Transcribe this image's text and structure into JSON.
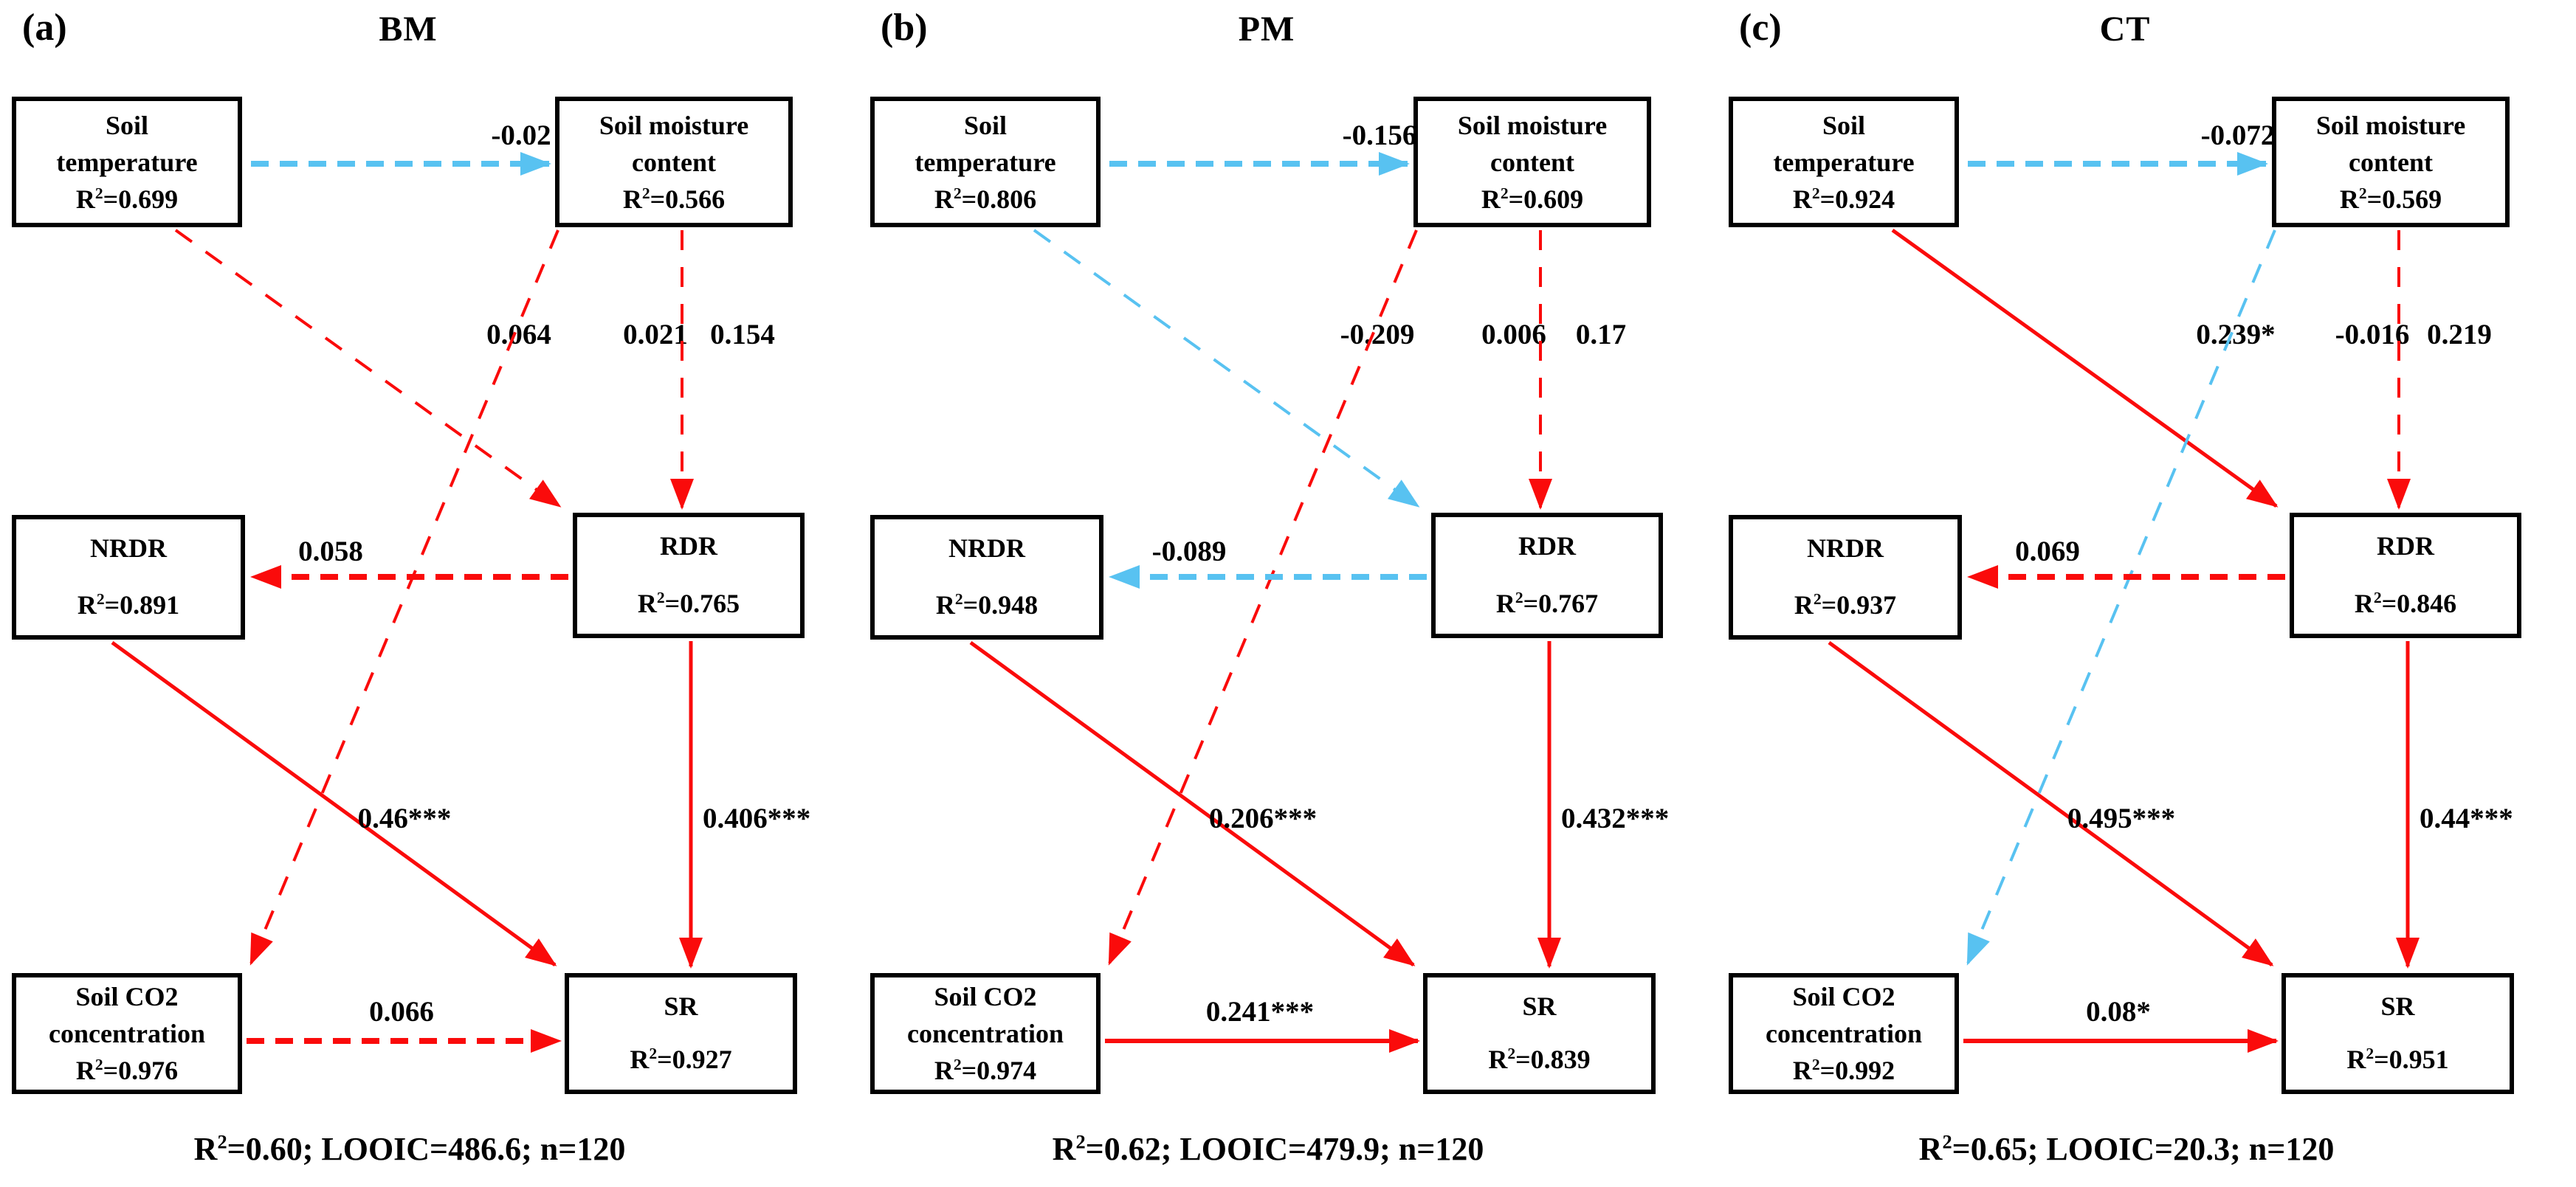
{
  "figure_type": "structural-equation-model-path-diagrams",
  "colors": {
    "red": "#fa0b0b",
    "blue": "#58c2f1",
    "box_border": "#000000",
    "text": "#000000",
    "background": "#ffffff"
  },
  "r2_label": {
    "base": "R",
    "sup": "2"
  },
  "legend_semantics": {
    "solid_line": "significant path",
    "dashed_line": "non-significant path",
    "red": "positive effect",
    "blue": "negative effect"
  },
  "panels": [
    {
      "letter": "(a)",
      "title": "BM",
      "footer_rest": "=0.60; LOOIC=486.6; n=120",
      "nodes": {
        "st": {
          "lines": [
            "Soil",
            "temperature"
          ],
          "r2": "=0.699"
        },
        "smc": {
          "lines": [
            "Soil moisture",
            "content"
          ],
          "r2": "=0.566"
        },
        "nrdr": {
          "lines": [
            "NRDR"
          ],
          "r2": "=0.891"
        },
        "rdr": {
          "lines": [
            "RDR"
          ],
          "r2": "=0.765"
        },
        "co2": {
          "lines": [
            "Soil CO2",
            "concentration"
          ],
          "r2": "=0.976"
        },
        "sr": {
          "lines": [
            "SR"
          ],
          "r2": "=0.927"
        }
      },
      "paths": {
        "st_smc": {
          "label": "-0.02",
          "color": "blue",
          "style": "dashed"
        },
        "st_rdr": {
          "label": "0.064",
          "color": "red",
          "style": "dashed"
        },
        "smc_co2": {
          "label": "0.021",
          "color": "red",
          "style": "dashed"
        },
        "smc_rdr": {
          "label": "0.154",
          "color": "red",
          "style": "dashed"
        },
        "rdr_nrdr": {
          "label": "0.058",
          "color": "red",
          "style": "dashed"
        },
        "nrdr_sr": {
          "label": "0.46***",
          "color": "red",
          "style": "solid"
        },
        "rdr_sr": {
          "label": "0.406***",
          "color": "red",
          "style": "solid"
        },
        "co2_sr": {
          "label": "0.066",
          "color": "red",
          "style": "dashed"
        }
      }
    },
    {
      "letter": "(b)",
      "title": "PM",
      "footer_rest": "=0.62; LOOIC=479.9; n=120",
      "nodes": {
        "st": {
          "lines": [
            "Soil",
            "temperature"
          ],
          "r2": "=0.806"
        },
        "smc": {
          "lines": [
            "Soil moisture",
            "content"
          ],
          "r2": "=0.609"
        },
        "nrdr": {
          "lines": [
            "NRDR"
          ],
          "r2": "=0.948"
        },
        "rdr": {
          "lines": [
            "RDR"
          ],
          "r2": "=0.767"
        },
        "co2": {
          "lines": [
            "Soil CO2",
            "concentration"
          ],
          "r2": "=0.974"
        },
        "sr": {
          "lines": [
            "SR"
          ],
          "r2": "=0.839"
        }
      },
      "paths": {
        "st_smc": {
          "label": "-0.156",
          "color": "blue",
          "style": "dashed"
        },
        "st_rdr": {
          "label": "-0.209",
          "color": "blue",
          "style": "dashed"
        },
        "smc_co2": {
          "label": "0.006",
          "color": "red",
          "style": "dashed"
        },
        "smc_rdr": {
          "label": "0.17",
          "color": "red",
          "style": "dashed"
        },
        "rdr_nrdr": {
          "label": "-0.089",
          "color": "blue",
          "style": "dashed"
        },
        "nrdr_sr": {
          "label": "0.206***",
          "color": "red",
          "style": "solid"
        },
        "rdr_sr": {
          "label": "0.432***",
          "color": "red",
          "style": "solid"
        },
        "co2_sr": {
          "label": "0.241***",
          "color": "red",
          "style": "solid"
        }
      }
    },
    {
      "letter": "(c)",
      "title": "CT",
      "footer_rest": "=0.65; LOOIC=20.3; n=120",
      "nodes": {
        "st": {
          "lines": [
            "Soil",
            "temperature"
          ],
          "r2": "=0.924"
        },
        "smc": {
          "lines": [
            "Soil moisture",
            "content"
          ],
          "r2": "=0.569"
        },
        "nrdr": {
          "lines": [
            "NRDR"
          ],
          "r2": "=0.937"
        },
        "rdr": {
          "lines": [
            "RDR"
          ],
          "r2": "=0.846"
        },
        "co2": {
          "lines": [
            "Soil CO2",
            "concentration"
          ],
          "r2": "=0.992"
        },
        "sr": {
          "lines": [
            "SR"
          ],
          "r2": "=0.951"
        }
      },
      "paths": {
        "st_smc": {
          "label": "-0.072",
          "color": "blue",
          "style": "dashed"
        },
        "st_rdr": {
          "label": "0.239*",
          "color": "red",
          "style": "solid"
        },
        "smc_co2": {
          "label": "-0.016",
          "color": "blue",
          "style": "dashed"
        },
        "smc_rdr": {
          "label": "0.219",
          "color": "red",
          "style": "dashed"
        },
        "rdr_nrdr": {
          "label": "0.069",
          "color": "red",
          "style": "dashed"
        },
        "nrdr_sr": {
          "label": "0.495***",
          "color": "red",
          "style": "solid"
        },
        "rdr_sr": {
          "label": "0.44***",
          "color": "red",
          "style": "solid"
        },
        "co2_sr": {
          "label": "0.08*",
          "color": "red",
          "style": "solid"
        }
      }
    }
  ]
}
